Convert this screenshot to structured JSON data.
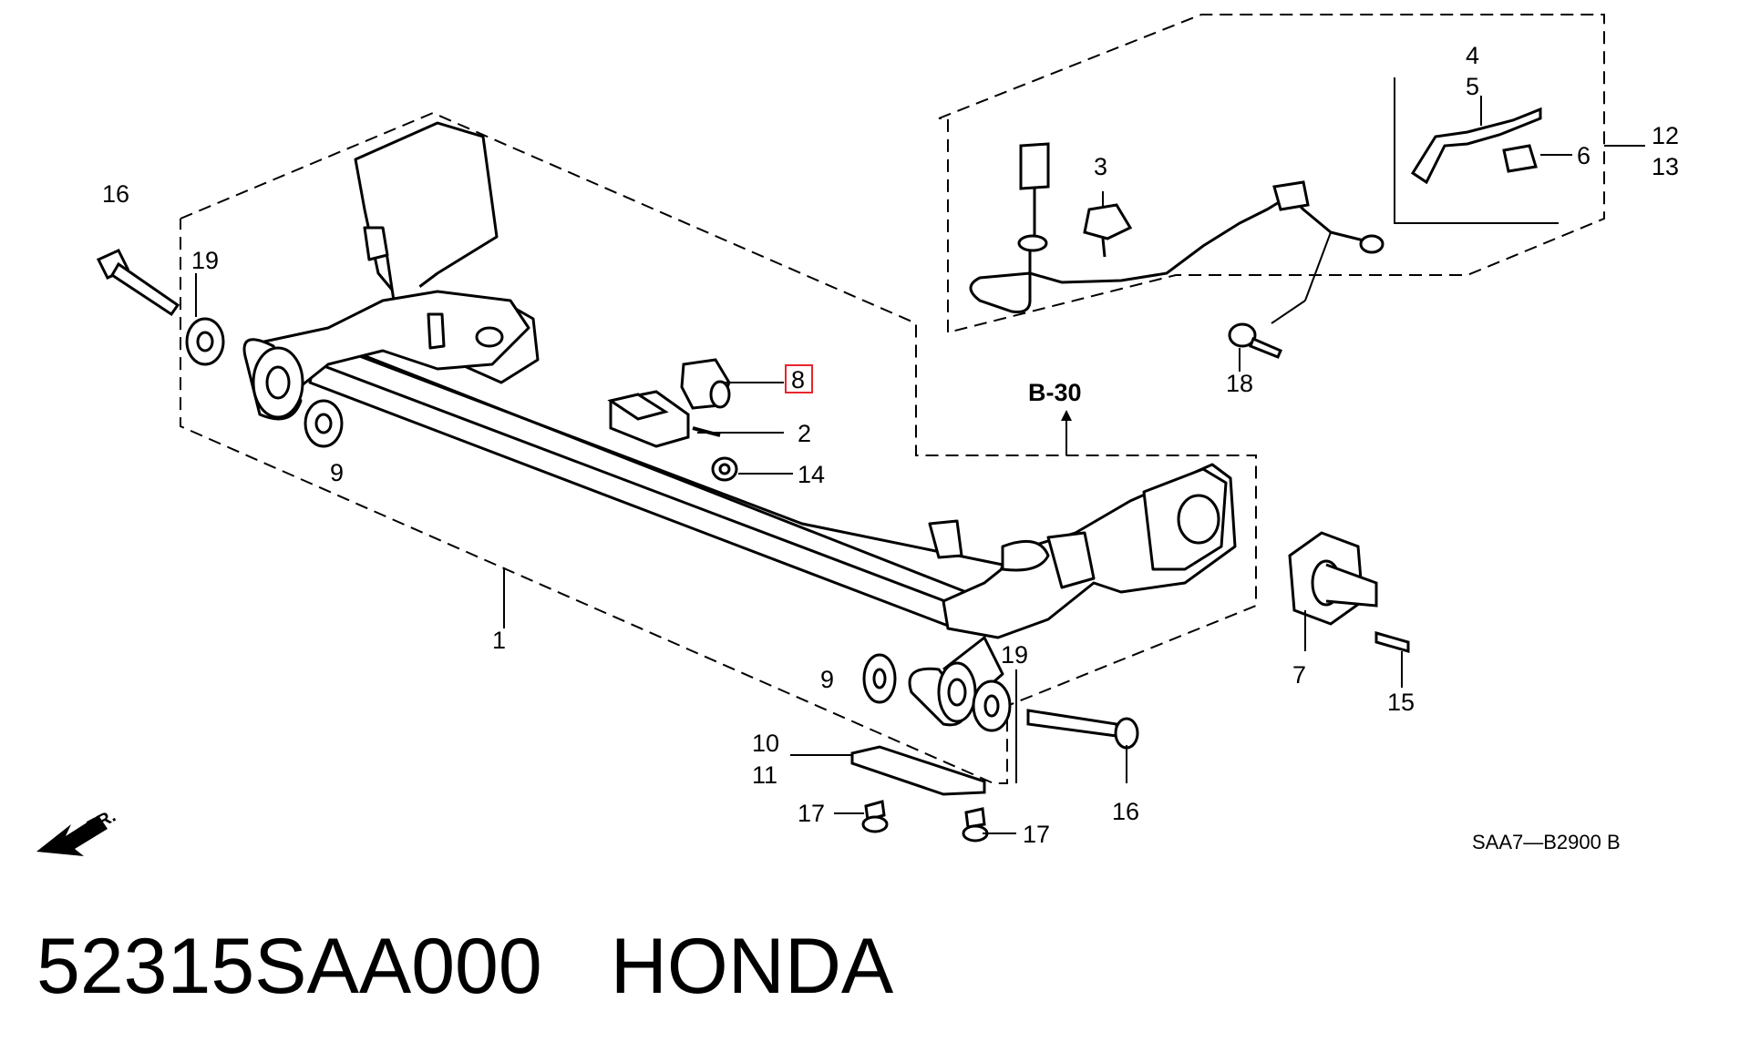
{
  "diagram": {
    "callouts": [
      {
        "id": "1",
        "label": "1"
      },
      {
        "id": "2",
        "label": "2"
      },
      {
        "id": "3",
        "label": "3"
      },
      {
        "id": "4",
        "label": "4"
      },
      {
        "id": "5",
        "label": "5"
      },
      {
        "id": "6",
        "label": "6"
      },
      {
        "id": "7",
        "label": "7"
      },
      {
        "id": "8",
        "label": "8",
        "highlighted": true
      },
      {
        "id": "9a",
        "label": "9"
      },
      {
        "id": "9b",
        "label": "9"
      },
      {
        "id": "10",
        "label": "10"
      },
      {
        "id": "11",
        "label": "11"
      },
      {
        "id": "12",
        "label": "12"
      },
      {
        "id": "13",
        "label": "13"
      },
      {
        "id": "14",
        "label": "14"
      },
      {
        "id": "15",
        "label": "15"
      },
      {
        "id": "16a",
        "label": "16"
      },
      {
        "id": "16b",
        "label": "16"
      },
      {
        "id": "17a",
        "label": "17"
      },
      {
        "id": "17b",
        "label": "17"
      },
      {
        "id": "18",
        "label": "18"
      },
      {
        "id": "19a",
        "label": "19"
      },
      {
        "id": "19b",
        "label": "19"
      }
    ],
    "ref_label": "B-30",
    "drawing_code": "SAA7—B2900 B",
    "front_marker": "FR.",
    "highlight_color": "#e8262b"
  },
  "footer": {
    "part_number": "52315SAA000",
    "brand": "HONDA"
  }
}
